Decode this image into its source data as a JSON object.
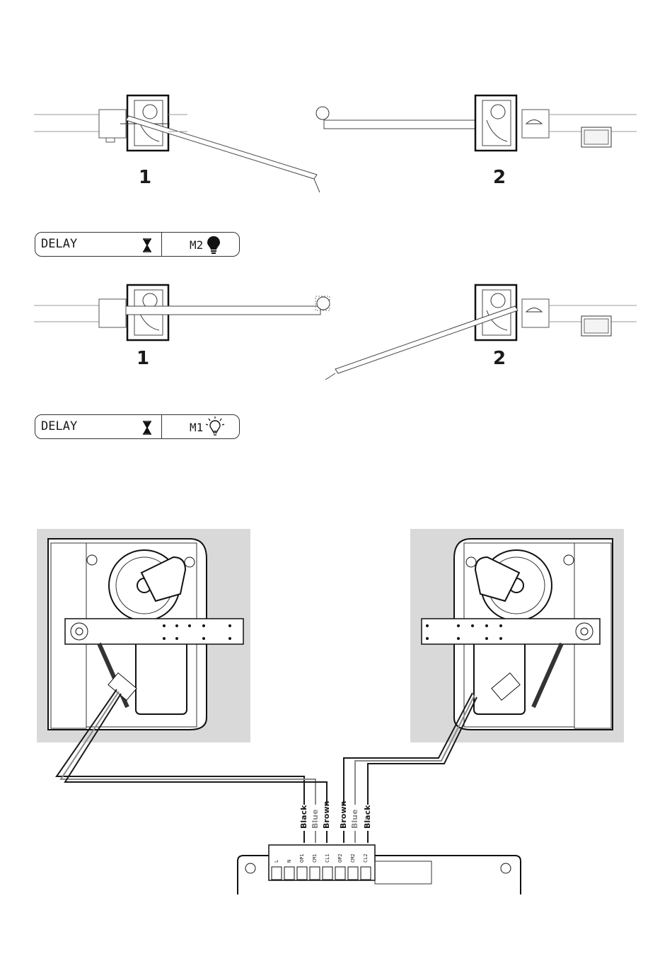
{
  "step1": {
    "label_left": "1",
    "label_right": "2",
    "pill_label": "DELAY",
    "pill_motor": "M2",
    "lamp_state": "on"
  },
  "step2": {
    "label_left": "1",
    "label_right": "2",
    "pill_label": "DELAY",
    "pill_motor": "M1",
    "lamp_state": "blinking"
  },
  "wiring": {
    "left_wires": [
      "Black",
      "Blue",
      "Brown"
    ],
    "right_wires": [
      "Brown",
      "Blue",
      "Black"
    ],
    "terminals": [
      "L",
      "N",
      "OP1",
      "CM1",
      "CL1",
      "OP2",
      "CM2",
      "CL2"
    ],
    "colors": {
      "Black": "#1a1a1a",
      "Blue": "#8a8a8a",
      "Brown": "#1a1a1a"
    }
  }
}
